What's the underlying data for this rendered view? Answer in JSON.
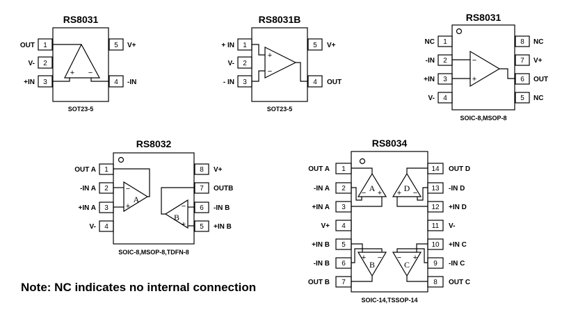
{
  "note": "Note: NC indicates no internal connection",
  "chips": [
    {
      "title": "RS8031",
      "package": "SOT23-5",
      "left_pins": [
        {
          "num": "1",
          "name": "OUT"
        },
        {
          "num": "2",
          "name": "V-"
        },
        {
          "num": "3",
          "name": "+IN"
        }
      ],
      "right_pins": [
        {
          "num": "5",
          "name": "V+"
        },
        {
          "num": "4",
          "name": "-IN"
        }
      ]
    },
    {
      "title": "RS8031B",
      "package": "SOT23-5",
      "left_pins": [
        {
          "num": "1",
          "name": "+ IN"
        },
        {
          "num": "2",
          "name": "V-"
        },
        {
          "num": "3",
          "name": "- IN"
        }
      ],
      "right_pins": [
        {
          "num": "5",
          "name": "V+"
        },
        {
          "num": "4",
          "name": "OUT"
        }
      ]
    },
    {
      "title": "RS8031",
      "package": "SOIC-8,MSOP-8",
      "left_pins": [
        {
          "num": "1",
          "name": "NC"
        },
        {
          "num": "2",
          "name": "-IN"
        },
        {
          "num": "3",
          "name": "+IN"
        },
        {
          "num": "4",
          "name": "V-"
        }
      ],
      "right_pins": [
        {
          "num": "8",
          "name": "NC"
        },
        {
          "num": "7",
          "name": "V+"
        },
        {
          "num": "6",
          "name": "OUT"
        },
        {
          "num": "5",
          "name": "NC"
        }
      ]
    },
    {
      "title": "RS8032",
      "package": "SOIC-8,MSOP-8,TDFN-8",
      "amp_labels": [
        "A",
        "B"
      ],
      "left_pins": [
        {
          "num": "1",
          "name": "OUT A"
        },
        {
          "num": "2",
          "name": "-IN A"
        },
        {
          "num": "3",
          "name": "+IN A"
        },
        {
          "num": "4",
          "name": "V-"
        }
      ],
      "right_pins": [
        {
          "num": "8",
          "name": "V+"
        },
        {
          "num": "7",
          "name": "OUTB"
        },
        {
          "num": "6",
          "name": "-IN B"
        },
        {
          "num": "5",
          "name": "+IN B"
        }
      ]
    },
    {
      "title": "RS8034",
      "package": "SOIC-14,TSSOP-14",
      "amp_labels": [
        "A",
        "D",
        "B",
        "C"
      ],
      "left_pins": [
        {
          "num": "1",
          "name": "OUT A"
        },
        {
          "num": "2",
          "name": "-IN A"
        },
        {
          "num": "3",
          "name": "+IN A"
        },
        {
          "num": "4",
          "name": "V+"
        },
        {
          "num": "5",
          "name": "+IN B"
        },
        {
          "num": "6",
          "name": "-IN B"
        },
        {
          "num": "7",
          "name": "OUT B"
        }
      ],
      "right_pins": [
        {
          "num": "14",
          "name": "OUT D"
        },
        {
          "num": "13",
          "name": "-IN D"
        },
        {
          "num": "12",
          "name": "+IN D"
        },
        {
          "num": "11",
          "name": "V-"
        },
        {
          "num": "10",
          "name": "+IN C"
        },
        {
          "num": "9",
          "name": "-IN C"
        },
        {
          "num": "8",
          "name": "OUT C"
        }
      ]
    }
  ]
}
